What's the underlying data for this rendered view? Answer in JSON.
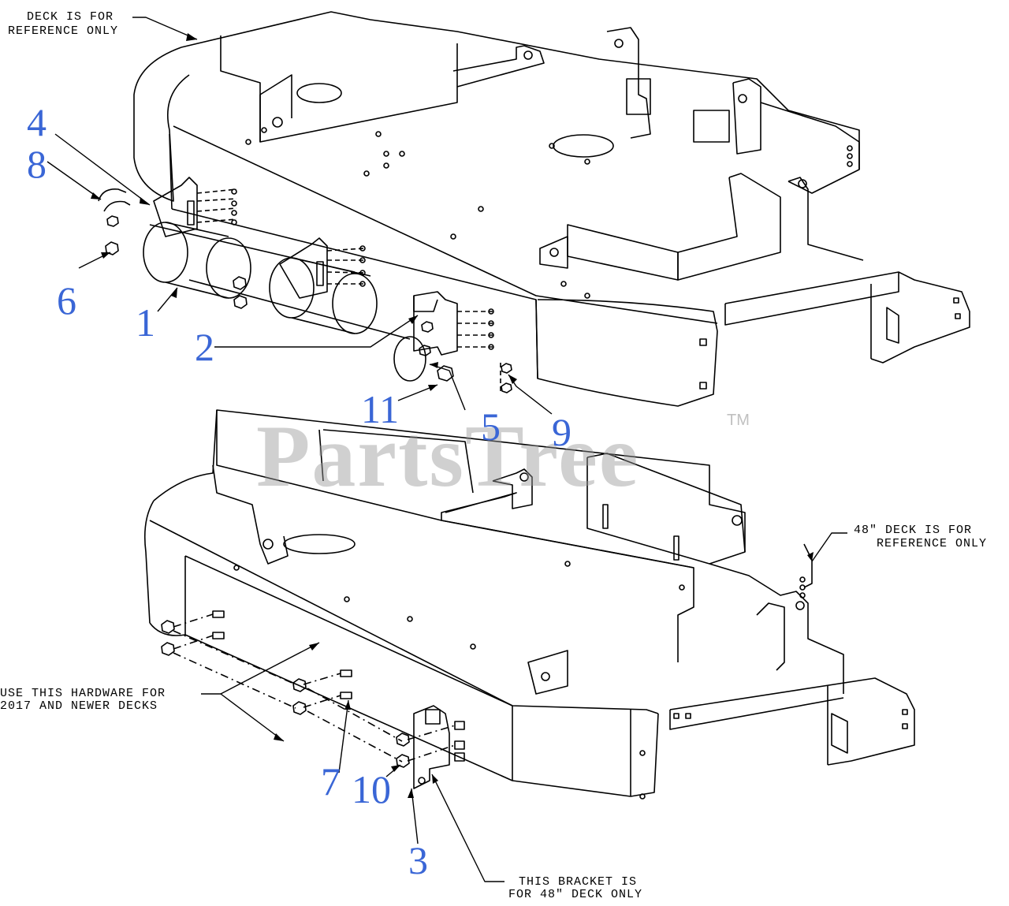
{
  "notes": {
    "deck_ref_top_line1": "DECK IS FOR",
    "deck_ref_top_line2": "REFERENCE ONLY",
    "deck_ref_48_line1": "48\" DECK IS FOR",
    "deck_ref_48_line2": "REFERENCE ONLY",
    "hardware_line1": "USE THIS HARDWARE FOR",
    "hardware_line2": "2017 AND NEWER DECKS",
    "bracket_line1": "THIS BRACKET IS",
    "bracket_line2": "FOR 48\" DECK ONLY"
  },
  "callouts": [
    "1",
    "2",
    "3",
    "4",
    "5",
    "6",
    "7",
    "8",
    "9",
    "10",
    "11"
  ],
  "watermark": {
    "text": "PartsTree",
    "mark": "TM"
  },
  "colors": {
    "callout": "#3a66d6",
    "line": "#000000",
    "watermark": "#969696"
  }
}
